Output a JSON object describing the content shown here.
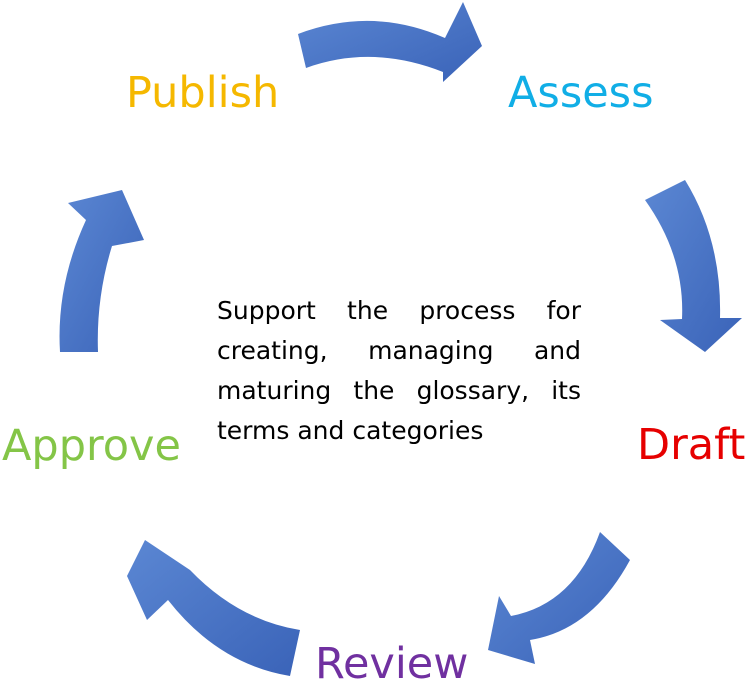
{
  "stages": {
    "publish": {
      "label": "Publish",
      "color": "#F5B800"
    },
    "assess": {
      "label": "Assess",
      "color": "#11AEE6"
    },
    "draft": {
      "label": "Draft",
      "color": "#E60000"
    },
    "review": {
      "label": "Review",
      "color": "#7030A0"
    },
    "approve": {
      "label": "Approve",
      "color": "#84C547"
    }
  },
  "center": {
    "text": "Support the process for creating, managing and maturing the glossary, its terms and categories"
  },
  "arrow_color": "#4472C4"
}
